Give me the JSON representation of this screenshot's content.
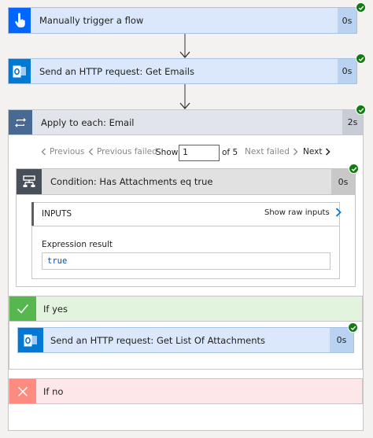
{
  "step1": {
    "title": "Manually trigger a flow",
    "duration": "0s"
  },
  "step2": {
    "title": "Send an HTTP request: Get Emails",
    "duration": "0s"
  },
  "loop": {
    "title": "Apply to each: Email",
    "duration": "2s",
    "pager": {
      "previous": "Previous",
      "previous_failed": "Previous failed",
      "show": "Show",
      "current": "1",
      "of": "of 5",
      "next_failed": "Next failed",
      "next": "Next"
    },
    "condition": {
      "title": "Condition: Has Attachments eq true",
      "duration": "0s",
      "inputs_label": "INPUTS",
      "show_raw": "Show raw inputs",
      "expression_label": "Expression result",
      "expression_value": "true"
    },
    "if_yes": {
      "label": "If yes",
      "action": {
        "title": "Send an HTTP request: Get List Of Attachments",
        "duration": "0s"
      }
    },
    "if_no": {
      "label": "If no"
    }
  },
  "colors": {
    "flow_blue": "#0066ff",
    "outlook_blue": "#0078d4",
    "loop_gray": "#486991",
    "condition_gray": "#484f58",
    "success_green": "#107c10",
    "yes_green": "#55b74e",
    "no_red": "#ff8a80"
  }
}
